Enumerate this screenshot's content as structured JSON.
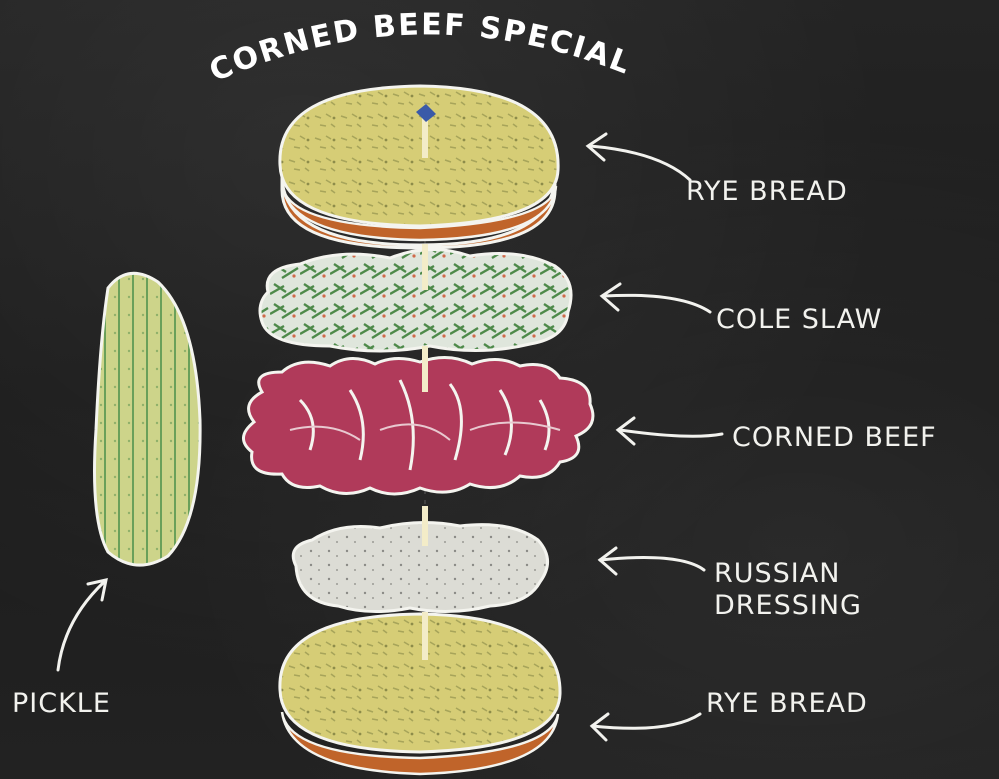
{
  "title": "CORNED BEEF SPECIAL",
  "labels": {
    "rye_bread_top": "RYE BREAD",
    "cole_slaw": "COLE SLAW",
    "corned_beef": "CORNED BEEF",
    "russian_dressing_line1": "RUSSIAN",
    "russian_dressing_line2": "DRESSING",
    "rye_bread_bottom": "RYE BREAD",
    "pickle": "PICKLE"
  },
  "colors": {
    "board": "#1c1c1c",
    "chalk": "#f2f2ee",
    "bread": "#d8cf7a",
    "crust": "#c0642a",
    "slaw_green": "#4e8a4a",
    "beef": "#b03a5a",
    "dressing": "#d9d9d2",
    "pickle": "#cfd48a"
  }
}
